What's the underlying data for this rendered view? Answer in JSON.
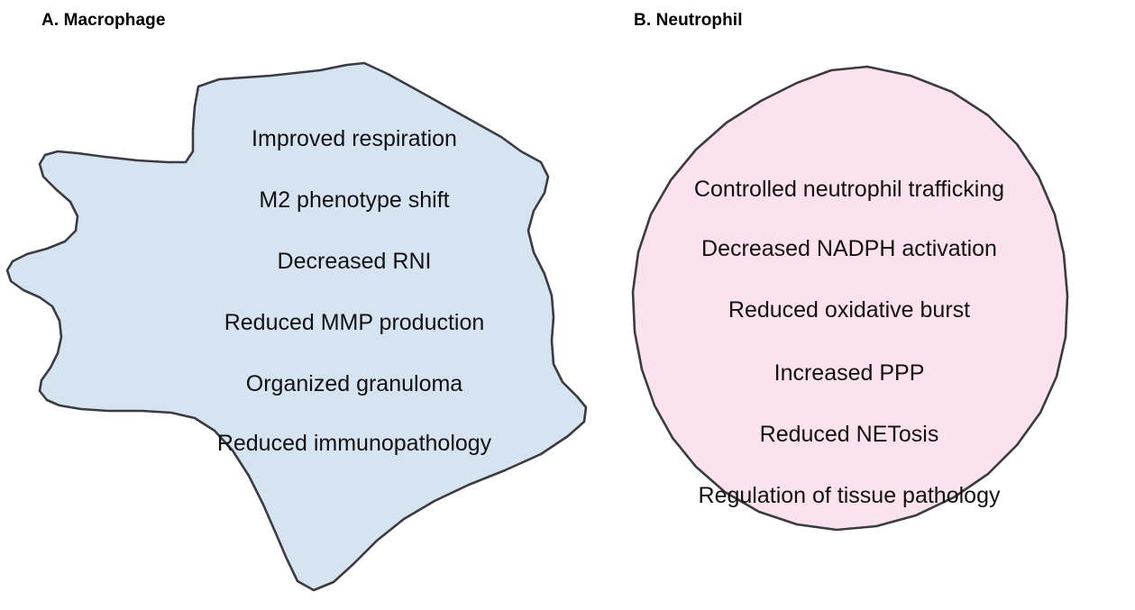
{
  "figure": {
    "background_color": "#ffffff",
    "panels": [
      {
        "id": "macrophage",
        "title": "A. Macrophage",
        "shape_name": "macrophage-cell-shape",
        "fill_color": "#d6e4f2",
        "stroke_color": "#3b3b42",
        "labels": [
          "Improved respiration",
          "M2 phenotype shift",
          "Decreased RNI",
          "Reduced MMP production",
          "Organized granuloma",
          "Reduced immunopathology"
        ]
      },
      {
        "id": "neutrophil",
        "title": "B. Neutrophil",
        "shape_name": "neutrophil-cell-shape",
        "fill_color": "#fbe2ec",
        "stroke_color": "#3b3b42",
        "labels": [
          "Controlled neutrophil trafficking",
          "Decreased NADPH activation",
          "Reduced oxidative burst",
          "Increased PPP",
          "Reduced NETosis",
          "Regulation of tissue pathology"
        ]
      }
    ]
  }
}
